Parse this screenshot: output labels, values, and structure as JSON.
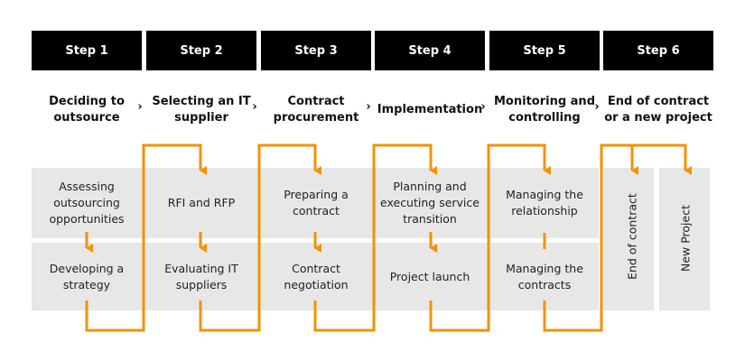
{
  "colors": {
    "header_bg": "#000000",
    "panel_bg": "#e7e7e7",
    "accent": "#f39200"
  },
  "steps": [
    {
      "label": "Step 1",
      "phase": "Deciding to outsource",
      "top": "Assessing outsourcing opportunities",
      "bottom": "Developing a strategy"
    },
    {
      "label": "Step 2",
      "phase": "Selecting an IT supplier",
      "top": "RFI and RFP",
      "bottom": "Evaluating IT suppliers"
    },
    {
      "label": "Step 3",
      "phase": "Contract procurement",
      "top": "Preparing a contract",
      "bottom": "Contract negotiation"
    },
    {
      "label": "Step 4",
      "phase": "Implementation",
      "top": "Planning and executing service transition",
      "bottom": "Project launch"
    },
    {
      "label": "Step 5",
      "phase": "Monitoring and controlling",
      "top": "Managing the relationship",
      "bottom": "Managing the contracts"
    },
    {
      "label": "Step 6",
      "phase": "End of contract or a new project",
      "option_a": "End of contract",
      "option_b": "New Project"
    }
  ],
  "chevron": "›"
}
